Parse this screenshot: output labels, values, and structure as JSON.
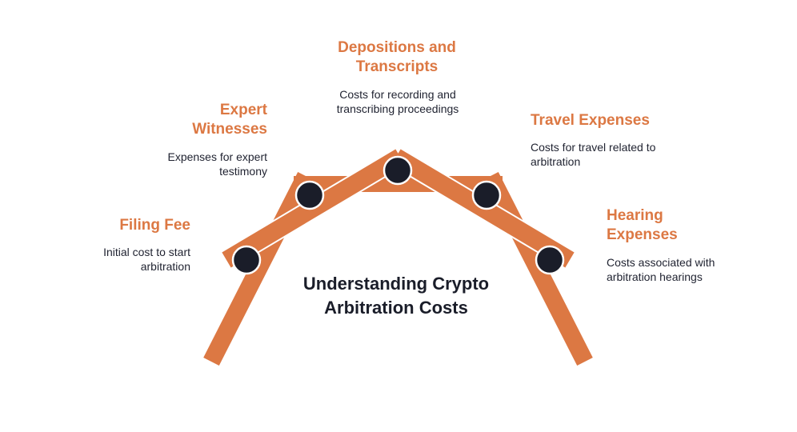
{
  "title": "Understanding Crypto Arbitration Costs",
  "colors": {
    "accent": "#dc7843",
    "node": "#1a1d29"
  },
  "items": [
    {
      "title": "Filing Fee",
      "description": "Initial cost to start arbitration"
    },
    {
      "title": "Expert Witnesses",
      "description": "Expenses for expert testimony"
    },
    {
      "title": "Depositions and Transcripts",
      "description": "Costs for recording and transcribing proceedings"
    },
    {
      "title": "Travel Expenses",
      "description": "Costs for travel related to arbitration"
    },
    {
      "title": "Hearing Expenses",
      "description": "Costs associated with arbitration hearings"
    }
  ]
}
